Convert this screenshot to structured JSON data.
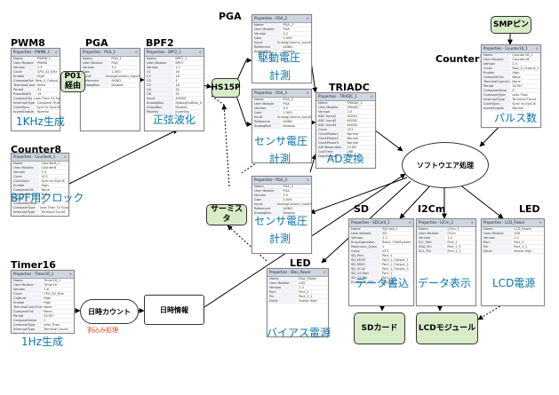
{
  "labels": {
    "pwm8": "PWM8",
    "pga_left": "PGA",
    "bpf2": "BPF2",
    "pga_top": "PGA",
    "triadc": "TRIADC",
    "counter16": "Counter16",
    "counter8": "Counter8",
    "timer16": "Timer16",
    "led_mid": "LED",
    "sd": "SD",
    "i2cm": "I2Cm",
    "led_right": "LED"
  },
  "captions": {
    "pwm8": "1KHz生成",
    "bpf2": "正弦波化",
    "pga_drive_1": "駆動電圧",
    "pga_drive_2": "計測",
    "pga_sensor_1": "センサ電圧",
    "pga_sensor_2": "計測",
    "triadc": "AD変換",
    "pga_sensor2_1": "センサ電圧",
    "pga_sensor2_2": "計測",
    "counter16": "パルス数",
    "counter8": "BPF用クロック",
    "timer16": "1Hz生成",
    "led_mid": "バイアス電源",
    "sd": "データ書込",
    "i2cm": "データ表示",
    "led_right": "LCD電源"
  },
  "blocks": {
    "p01": "P01\n経由",
    "hs15p": "HS15P",
    "smp_pin": "SMPピン",
    "thermistor": "サーミスタ",
    "software": "ソフトウエア処理",
    "time_count": "日時カウント",
    "time_info": "日時情報",
    "sd_card": "SDカード",
    "lcd_module": "LCDモジュール"
  },
  "notes": {
    "interrupt": "割込み処理"
  },
  "panels": {
    "pwm8": {
      "title": "Properties - PWM8_1",
      "rows": [
        [
          "Name",
          "PWM8_1"
        ],
        [
          "User Module",
          "PWM8"
        ],
        [
          "Version",
          "2.5"
        ],
        [
          "Clock",
          "CPU_32_KHz"
        ],
        [
          "Enable",
          "High"
        ],
        [
          "CompareOut",
          "Row_0_Output_1"
        ],
        [
          "TerminalCountOut",
          "None"
        ],
        [
          "Period",
          "31"
        ],
        [
          "PulseWidth",
          "15"
        ],
        [
          "CompareType",
          "Less Than Or Equal"
        ],
        [
          "InterruptType",
          "Compare True"
        ],
        [
          "ClockSync",
          "Sync to SysClk"
        ],
        [
          "InvertEnable",
          "Normal"
        ]
      ]
    },
    "pga_left": {
      "title": "Properties - PGA_1",
      "rows": [
        [
          "Name",
          "PGA_1"
        ],
        [
          "User Module",
          "PGA"
        ],
        [
          "Version",
          "3.2"
        ],
        [
          "Gain",
          "1.000"
        ],
        [
          "Input",
          "AnalogColumn_InputMUX_1"
        ],
        [
          "Reference",
          "AGND"
        ],
        [
          "AnalogBus",
          "Disable"
        ]
      ]
    },
    "bpf2": {
      "title": "Properties - BPF2_1",
      "rows": [
        [
          "Name",
          "BPF2_1"
        ],
        [
          "User Module",
          "BPF2"
        ],
        [
          "Version",
          "1.1"
        ],
        [
          "C1",
          "16"
        ],
        [
          "C2",
          "16"
        ],
        [
          "C3",
          "4"
        ],
        [
          "C4",
          "16"
        ],
        [
          "CA",
          "32"
        ],
        [
          "CB",
          "32"
        ],
        [
          "Input",
          "ACB00"
        ],
        [
          "AnalogBus",
          "AnalogOutBus_0"
        ],
        [
          "CompBus",
          "Disable"
        ],
        [
          "Polarity",
          "Inverting"
        ]
      ]
    },
    "pga_drive": {
      "title": "Properties - PGA_2",
      "rows": [
        [
          "Name",
          "PGA_2"
        ],
        [
          "User Module",
          "PGA"
        ],
        [
          "Version",
          "3.2"
        ],
        [
          "Gain",
          "1.000"
        ],
        [
          "Input",
          "AnalogColumn_InputSelect"
        ],
        [
          "Reference",
          "AGND"
        ],
        [
          "AnalogBus",
          "Disable"
        ]
      ]
    },
    "pga_sensor": {
      "title": "Properties - PGA_3",
      "rows": [
        [
          "Name",
          "PGA_3"
        ],
        [
          "User Module",
          "PGA"
        ],
        [
          "Version",
          "3.2"
        ],
        [
          "Gain",
          "1.000"
        ],
        [
          "Input",
          "AnalogColumn_InputSelect"
        ],
        [
          "Reference",
          "AGND"
        ],
        [
          "AnalogBus",
          "Disable"
        ]
      ]
    },
    "triadc": {
      "title": "Properties - TRIADC_1",
      "rows": [
        [
          "Name",
          "TRIADC_1"
        ],
        [
          "User Module",
          "TRIADC"
        ],
        [
          "Version",
          "2.0"
        ],
        [
          "ADC Input1",
          "ACB01"
        ],
        [
          "ADC Input2",
          "ACB02"
        ],
        [
          "ADC Input3",
          "ACB03"
        ],
        [
          "Clock",
          "VC2"
        ],
        [
          "ClockPhase1",
          "Normal"
        ],
        [
          "ClockPhase2",
          "Normal"
        ],
        [
          "ClockPhase3",
          "Normal"
        ],
        [
          "ADCResolution",
          "10 Bit"
        ],
        [
          "CalcTime",
          "288"
        ],
        [
          "DataFormat",
          "Signed"
        ]
      ]
    },
    "pga_sensor2": {
      "title": "Properties - PGA_4",
      "rows": [
        [
          "Name",
          "PGA_4"
        ],
        [
          "User Module",
          "PGA"
        ],
        [
          "Version",
          "3.2"
        ],
        [
          "Gain",
          "1.000"
        ],
        [
          "Input",
          "AnalogColumn_InputMUX_3"
        ],
        [
          "Reference",
          "AGND"
        ],
        [
          "AnalogBus",
          "Disable"
        ]
      ]
    },
    "counter16": {
      "title": "Properties - Counter16_1",
      "rows": [
        [
          "Name",
          "Counter16_1"
        ],
        [
          "User Module",
          "Counter16"
        ],
        [
          "Version",
          "2.5"
        ],
        [
          "Clock",
          "Row_0_Output_1"
        ],
        [
          "Enable",
          "High"
        ],
        [
          "CompareOut",
          "None"
        ],
        [
          "TerminalCountOut",
          "None"
        ],
        [
          "Period",
          "32767"
        ],
        [
          "CompareValue",
          "0"
        ],
        [
          "CompareType",
          "Less Than"
        ],
        [
          "InterruptType",
          "Terminal Count"
        ],
        [
          "ClockSync",
          "Sync to SysClk"
        ],
        [
          "InvertEnable",
          "Normal"
        ]
      ]
    },
    "counter8": {
      "title": "Properties - Counter8_1",
      "rows": [
        [
          "Name",
          "Counter8_1"
        ],
        [
          "User Module",
          "Counter8"
        ],
        [
          "Version",
          "2.5"
        ],
        [
          "Clock",
          "VC1"
        ],
        [
          "ClockSync",
          "Sync to SysClk"
        ],
        [
          "Enable",
          "High"
        ],
        [
          "CompareOut",
          "None"
        ],
        [
          "TerminalCountOut",
          "None"
        ],
        [
          "Period",
          "63"
        ],
        [
          "CompareValue",
          "31"
        ],
        [
          "CompareType",
          "Less Than Or Equal"
        ],
        [
          "InterruptType",
          "Terminal Count"
        ],
        [
          "InvertEnable",
          "Normal"
        ]
      ]
    },
    "timer16": {
      "title": "Properties - Timer16_1",
      "rows": [
        [
          "Name",
          "Timer16_1"
        ],
        [
          "User Module",
          "Timer16"
        ],
        [
          "Version",
          "2.6"
        ],
        [
          "Clock",
          "CPU_32_KHz"
        ],
        [
          "Capture",
          "High"
        ],
        [
          "Enable",
          "High"
        ],
        [
          "TerminalCountOut",
          "None"
        ],
        [
          "CompareOut",
          "None"
        ],
        [
          "Period",
          "32767"
        ],
        [
          "CompareValue",
          "0"
        ],
        [
          "CompareType",
          "Less Than"
        ],
        [
          "InterruptType",
          "Terminal Count"
        ],
        [
          "ClockSync",
          "Unsynchronized"
        ],
        [
          "TC_PulseWidth",
          "Full Clock"
        ],
        [
          "InvertCapture",
          "Normal"
        ]
      ]
    },
    "led_mid": {
      "title": "Properties - Bias_Power",
      "rows": [
        [
          "Name",
          "Bias_Power"
        ],
        [
          "User Module",
          "LED"
        ],
        [
          "Version",
          "1.2"
        ],
        [
          "Port",
          "Port_2"
        ],
        [
          "Pin",
          "Port_2_1"
        ],
        [
          "Drive",
          "Active High"
        ]
      ]
    },
    "sd": {
      "title": "Properties - SDCard_1",
      "rows": [
        [
          "Name",
          "SDCard_1"
        ],
        [
          "User Module",
          "SD"
        ],
        [
          "Version",
          "1.2"
        ],
        [
          "BusyOperation",
          "Basic / FileSystem"
        ],
        [
          "Maximum_Open",
          "1"
        ],
        [
          "Clock",
          "VC3"
        ],
        [
          "SD_Port",
          "Port_1"
        ],
        [
          "SD_MOSI",
          "Port_1_Output_1"
        ],
        [
          "SD_MISO",
          "Port_1_Output_2"
        ],
        [
          "SD_SCLK",
          "Port_1_Output_3"
        ],
        [
          "SD_CS Port",
          "Port_1"
        ],
        [
          "SD_CS Pin",
          "Port_1_4"
        ],
        [
          "EnableSD_DIO",
          "Normal"
        ]
      ]
    },
    "i2cm": {
      "title": "Properties - I2Cm_1",
      "rows": [
        [
          "Name",
          "I2Cm_1"
        ],
        [
          "User Module",
          "I2Cm"
        ],
        [
          "Version",
          "1.0"
        ],
        [
          "I2C_Port",
          "Port_1"
        ],
        [
          "SDA_Pin",
          "Port_1_5"
        ],
        [
          "SCL_Pin",
          "Port_1_7"
        ]
      ]
    },
    "led_right": {
      "title": "Properties - LCD_Power",
      "rows": [
        [
          "Name",
          "LCD_Power"
        ],
        [
          "User Module",
          "LED"
        ],
        [
          "Version",
          "1.2"
        ],
        [
          "Port",
          "Port_1"
        ],
        [
          "Pin",
          "Port_1_2"
        ],
        [
          "Drive",
          "Active High"
        ]
      ]
    }
  },
  "colors": {
    "block_fill": "#d8ecc8",
    "caption": "#0a74a8",
    "note": "#e0401c",
    "panel_header": "#cfd6e2"
  }
}
